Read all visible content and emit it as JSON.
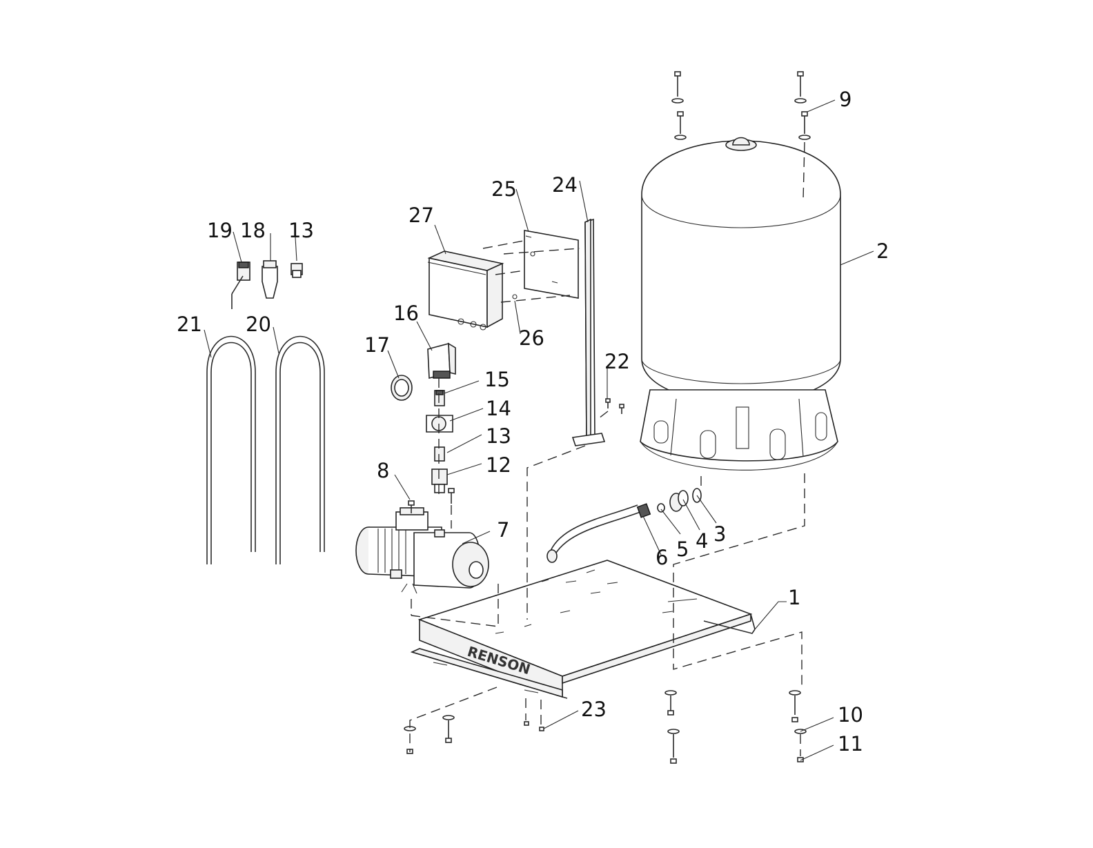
{
  "diagram": {
    "brand_label": "RENSON",
    "callouts": [
      "1",
      "2",
      "3",
      "4",
      "5",
      "6",
      "7",
      "8",
      "9",
      "10",
      "11",
      "12",
      "13",
      "13",
      "14",
      "15",
      "16",
      "17",
      "18",
      "19",
      "20",
      "21",
      "22",
      "23",
      "24",
      "25",
      "26",
      "27"
    ]
  }
}
